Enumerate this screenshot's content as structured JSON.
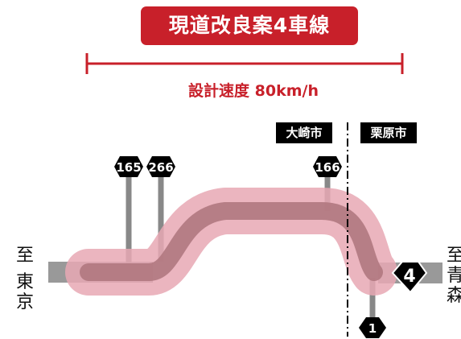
{
  "title": "現道改良案4車線",
  "design_speed_label": "設計速度 80km/h",
  "city_labels": {
    "osaki": "大崎市",
    "kurihara": "栗原市"
  },
  "left_destination": {
    "to": "至",
    "city": [
      "東",
      "京"
    ]
  },
  "right_destination": {
    "to": "至",
    "city": [
      "青",
      "森"
    ]
  },
  "route_markers": {
    "r165": "165",
    "r266": "266",
    "r166": "166",
    "r1": "1",
    "r4": "4"
  },
  "colors": {
    "title_bg": "#c8202a",
    "accent_red": "#c8202a",
    "existing_road": "#999999",
    "improvement_band": "#e8a8b4",
    "improved_road": "#b07880",
    "marker": "#000000"
  }
}
